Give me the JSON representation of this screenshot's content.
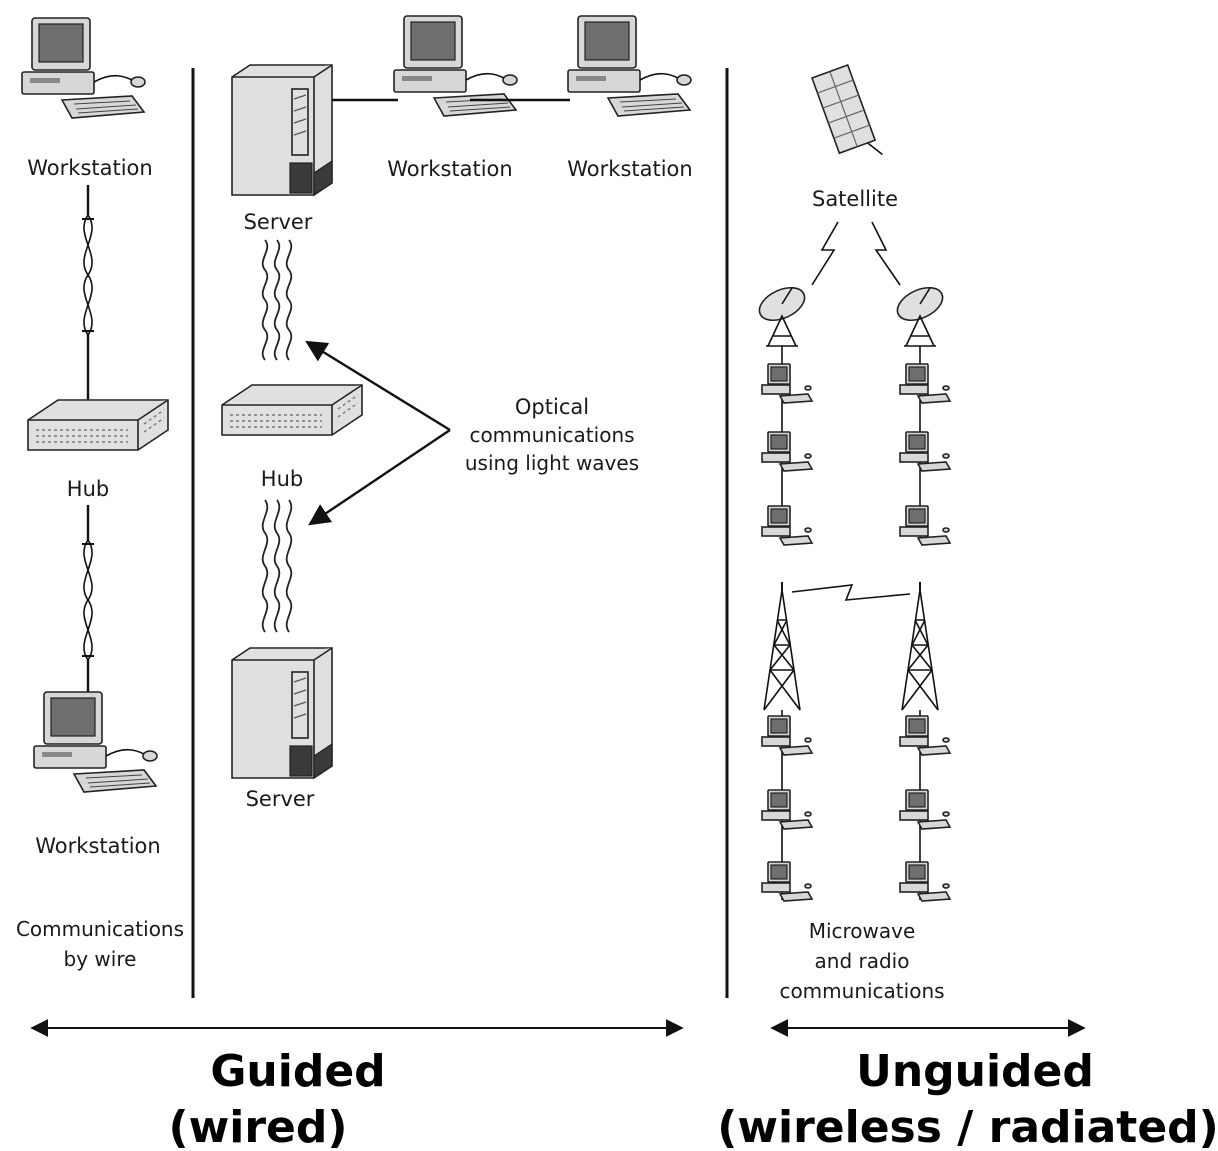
{
  "labels": {
    "workstation_top_left": "Workstation",
    "hub_left": "Hub",
    "workstation_bottom_left": "Workstation",
    "wire_line1": "Communications",
    "wire_line2": "by wire",
    "server_top": "Server",
    "workstation_mid": "Workstation",
    "workstation_right": "Workstation",
    "hub_mid": "Hub",
    "server_bottom": "Server",
    "optical_line1": "Optical",
    "optical_line2": "communications",
    "optical_line3": "using light waves",
    "satellite": "Satellite",
    "micro_line1": "Microwave",
    "micro_line2": "and radio",
    "micro_line3": "communications"
  },
  "captions": {
    "guided_line1": "Guided",
    "guided_line2": "(wired)",
    "unguided_line1": "Unguided",
    "unguided_line2": "(wireless / radiated)"
  },
  "icons": [
    "workstation-icon",
    "hub-icon",
    "server-icon",
    "satellite-icon",
    "satellite-dish-icon",
    "radio-tower-icon",
    "twisted-pair-icon",
    "light-wave-icon"
  ]
}
